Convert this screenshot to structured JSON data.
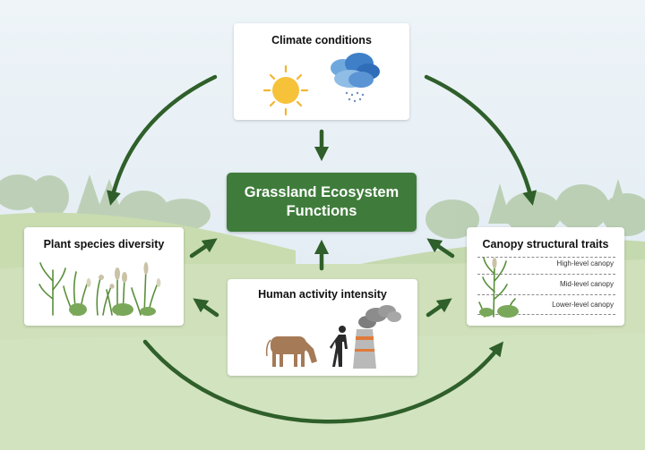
{
  "center": {
    "line1": "Grassland Ecosystem",
    "line2": "Functions"
  },
  "climate": {
    "title": "Climate conditions"
  },
  "plant": {
    "title": "Plant species diversity"
  },
  "human": {
    "title": "Human activity intensity"
  },
  "canopy": {
    "title": "Canopy structural traits",
    "levels": [
      "High-level canopy",
      "Mid-level canopy",
      "Lower-level canopy"
    ]
  },
  "colors": {
    "arrow": "#2f5f2a",
    "center_box": "#3f7c3b",
    "sky": "#dde9f2",
    "grass": "#c9dcb3"
  },
  "icons": [
    "sun-icon",
    "cloud-rain-icon",
    "grass-plants-icon",
    "cow-icon",
    "person-icon",
    "factory-chimney-icon",
    "canopy-plants-icon"
  ]
}
